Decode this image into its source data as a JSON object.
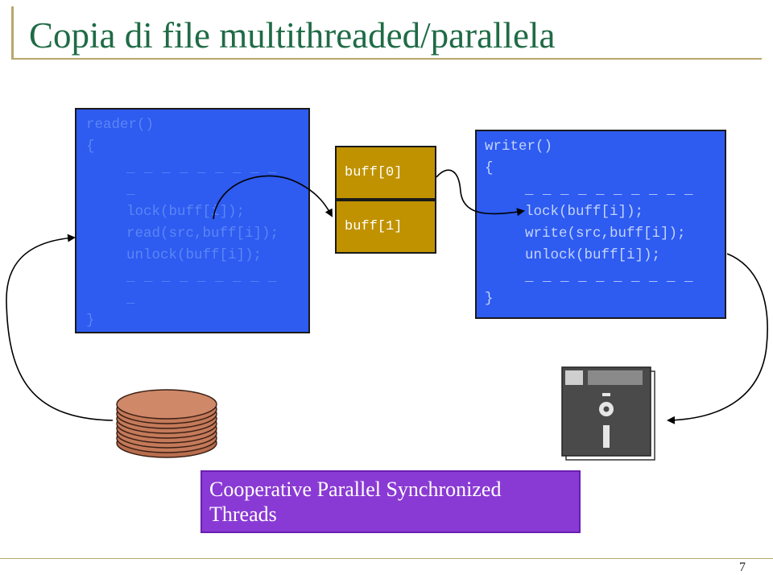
{
  "title": "Copia di file multithreaded/parallela",
  "reader": {
    "lines": [
      "reader()",
      "{",
      "_ _ _ _ _ _ _ _ _",
      "_",
      "lock(buff[i]);",
      "read(src,buff[i]);",
      "unlock(buff[i]);",
      "_ _ _ _ _ _ _ _ _",
      "_",
      "}"
    ]
  },
  "writer": {
    "lines": [
      "writer()",
      "{",
      "_ _ _ _ _ _ _ _ _ _",
      "lock(buff[i]);",
      "write(src,buff[i]);",
      "unlock(buff[i]);",
      "_ _ _ _ _ _ _ _ _ _",
      "}"
    ]
  },
  "buffers": [
    "buff[0]",
    "buff[1]"
  ],
  "caption": {
    "line1": "Cooperative Parallel Synchronized",
    "line2": "Threads"
  },
  "page_number": "7",
  "colors": {
    "title": "#1f6b46",
    "code_box": "#2e5bf0",
    "buffer": "#c09200",
    "caption_box": "#8a3ad4",
    "disk": "#c47a5a",
    "floppy": "#4a4a4a"
  },
  "icons": [
    "hard-disk-icon",
    "floppy-disk-icon"
  ]
}
